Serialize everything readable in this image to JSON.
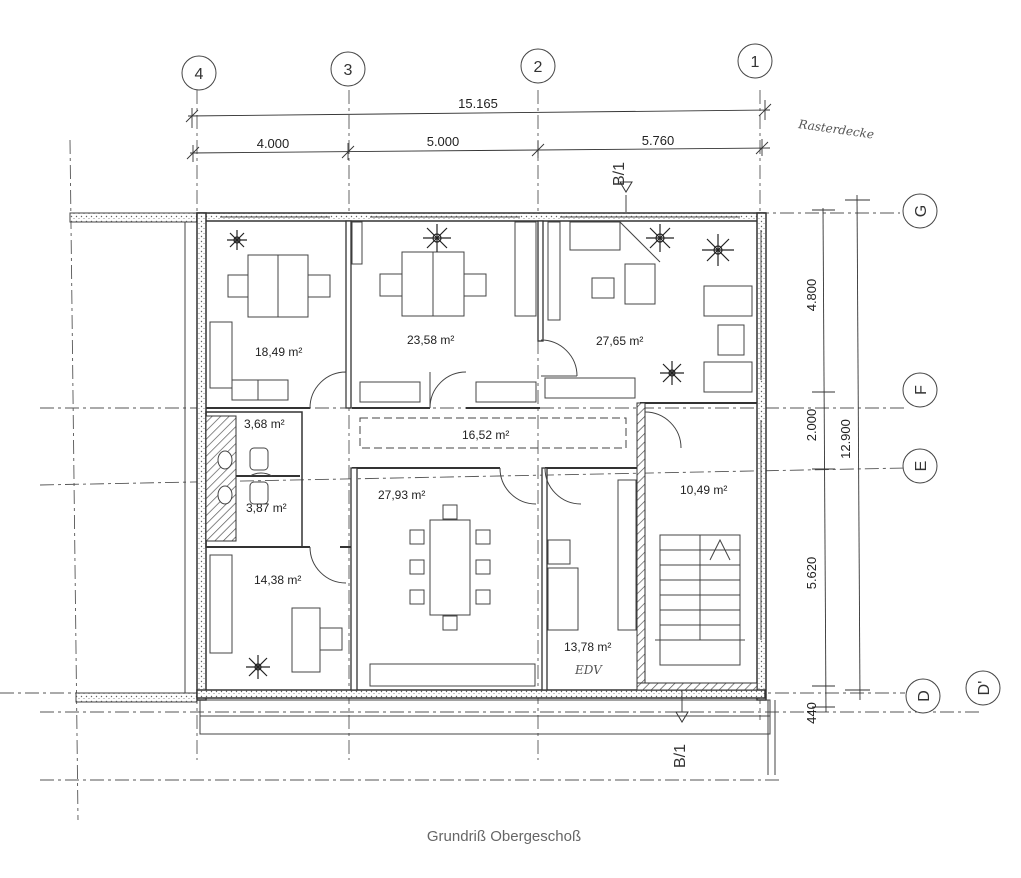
{
  "axes": {
    "columns": [
      "4",
      "3",
      "2",
      "1"
    ],
    "rows": [
      "G",
      "F",
      "E",
      "D"
    ],
    "row_prime": "D'"
  },
  "dimensions": {
    "total_width": "15.165",
    "bays": [
      "4.000",
      "5.000",
      "5.760"
    ],
    "total_depth": "12.900",
    "depths": [
      "4.800",
      "2.000",
      "5.620"
    ],
    "bottom": "440"
  },
  "rooms": [
    {
      "id": "r1",
      "area": "18,49 m²"
    },
    {
      "id": "r2",
      "area": "23,58 m²"
    },
    {
      "id": "r3",
      "area": "27,65 m²"
    },
    {
      "id": "r4",
      "area": "3,68 m²"
    },
    {
      "id": "r5",
      "area": "16,52 m²"
    },
    {
      "id": "r6",
      "area": "3,87 m²"
    },
    {
      "id": "r7",
      "area": "27,93 m²"
    },
    {
      "id": "r8",
      "area": "10,49 m²"
    },
    {
      "id": "r9",
      "area": "14,38 m²"
    },
    {
      "id": "r10",
      "area": "13,78 m²"
    }
  ],
  "section_marks": {
    "top": "B/1",
    "bottom": "B/1"
  },
  "annotations": {
    "handwritten_note": "Rasterdecke",
    "edv_note": "EDV"
  },
  "caption": "Grundriß Obergeschoß"
}
